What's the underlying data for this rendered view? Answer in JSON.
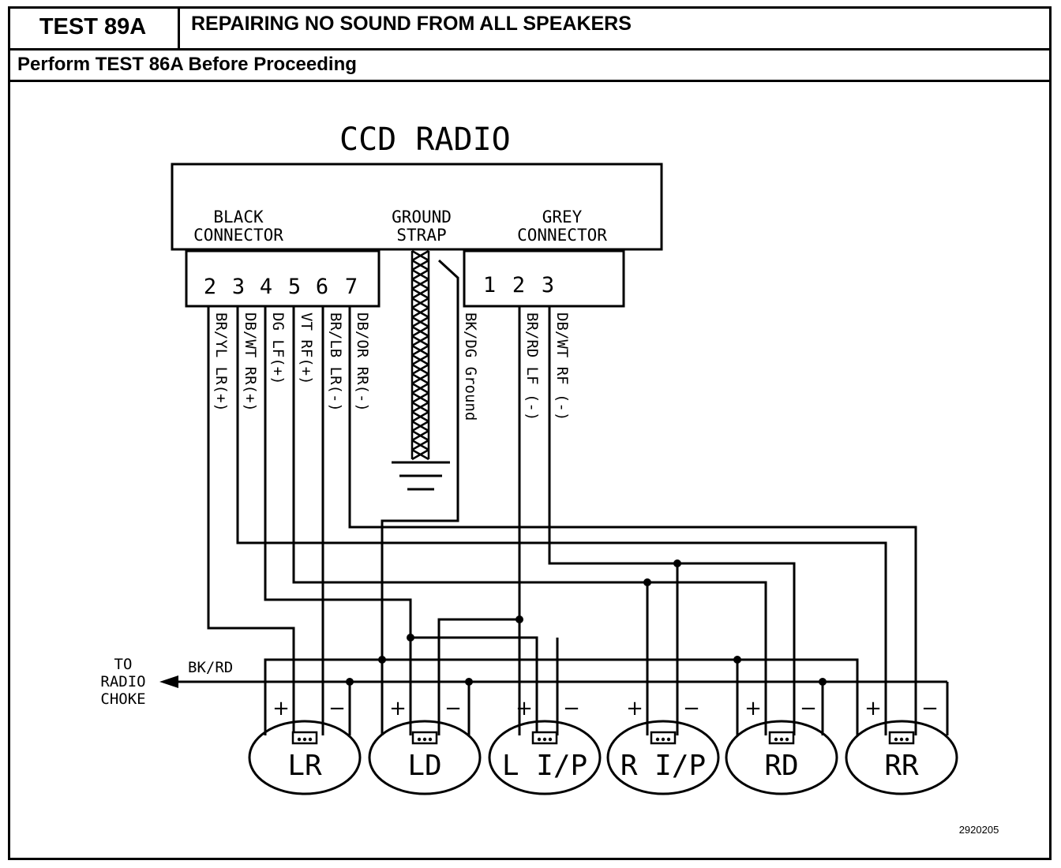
{
  "header": {
    "test_id": "TEST 89A",
    "title": "REPAIRING NO SOUND FROM ALL SPEAKERS",
    "subtitle": "Perform TEST 86A Before Proceeding"
  },
  "radio": {
    "title": "CCD RADIO",
    "black_connector": [
      "BLACK",
      "CONNECTOR"
    ],
    "ground_strap": [
      "GROUND",
      "STRAP"
    ],
    "grey_connector": [
      "GREY",
      "CONNECTOR"
    ],
    "black_pins": [
      "2",
      "3",
      "4",
      "5",
      "6",
      "7"
    ],
    "grey_pins": [
      "1",
      "2",
      "3"
    ]
  },
  "wires": {
    "black": [
      "BR/YL LR(+)",
      "DB/WT RR(+)",
      "DG LF(+)",
      "VT RF(+)",
      "BR/LB LR(-)",
      "DB/OR RR(-)"
    ],
    "ground": "BK/DG Ground",
    "grey": [
      "BR/RD LF (-)",
      "DB/WT RF (-)"
    ]
  },
  "choke": {
    "label": [
      "TO",
      "RADIO",
      "CHOKE"
    ],
    "wire": "BK/RD"
  },
  "speakers": [
    {
      "label": "LR",
      "plus": "+",
      "minus": "−"
    },
    {
      "label": "LD",
      "plus": "+",
      "minus": "−"
    },
    {
      "label": "L I/P",
      "plus": "+",
      "minus": "−"
    },
    {
      "label": "R I/P",
      "plus": "+",
      "minus": "−"
    },
    {
      "label": "RD",
      "plus": "+",
      "minus": "−"
    },
    {
      "label": "RR",
      "plus": "+",
      "minus": "−"
    }
  ],
  "figure_number": "2920205"
}
